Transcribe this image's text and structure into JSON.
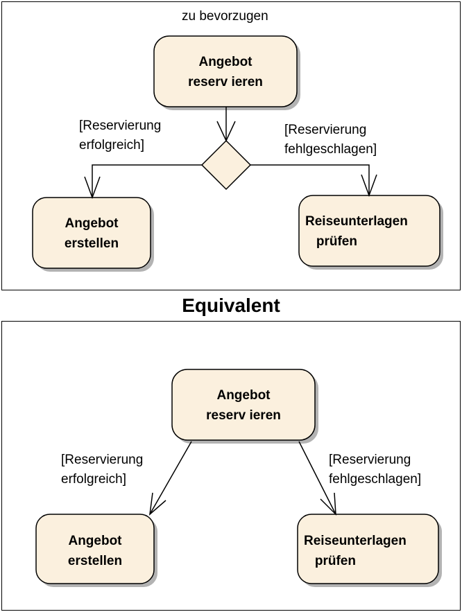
{
  "top_diagram": {
    "note": "zu bevorzugen",
    "start_node": "Angebot\nreserv ieren",
    "left_node": "Angebot\nerstellen",
    "right_node": "Reiseunterlagen\n   prüfen",
    "guard_left": "[Reservierung\nerfolgreich]",
    "guard_right": "[Reservierung\nfehlgeschlagen]"
  },
  "separator_title": "Equivalent",
  "bottom_diagram": {
    "start_node": "Angebot\nreserv ieren",
    "left_node": "Angebot\nerstellen",
    "right_node": "Reiseunterlagen\n   prüfen",
    "guard_left": "[Reservierung\nerfolgreich]",
    "guard_right": "[Reservierung\nfehlgeschlagen]"
  },
  "colors": {
    "node_fill": "#FBF0DE",
    "stroke": "#000000",
    "shadow": "#B3B3B3"
  }
}
